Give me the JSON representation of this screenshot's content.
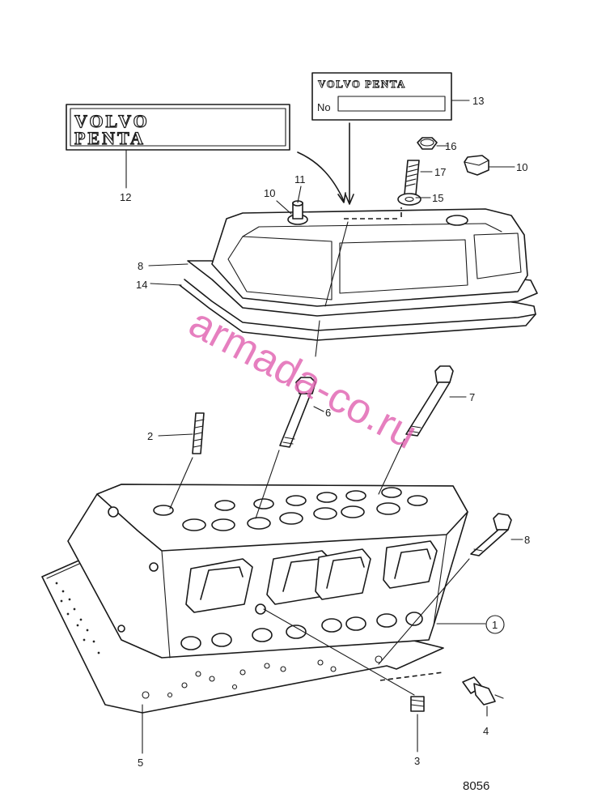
{
  "plates": {
    "nameplate_line1": "VOLVO",
    "nameplate_line2": "PENTA",
    "number_plate_brand": "VOLVO PENTA",
    "number_plate_no": "No"
  },
  "callouts": {
    "c1": "1",
    "c2": "2",
    "c3": "3",
    "c4": "4",
    "c5": "5",
    "c6": "6",
    "c7": "7",
    "c8_bolt": "8",
    "c8_cover": "8",
    "c10_left": "10",
    "c10_right": "10",
    "c11": "11",
    "c12": "12",
    "c13": "13",
    "c14": "14",
    "c15": "15",
    "c16": "16",
    "c17": "17"
  },
  "figure_number": "8056",
  "watermark": "armada-co.ru"
}
